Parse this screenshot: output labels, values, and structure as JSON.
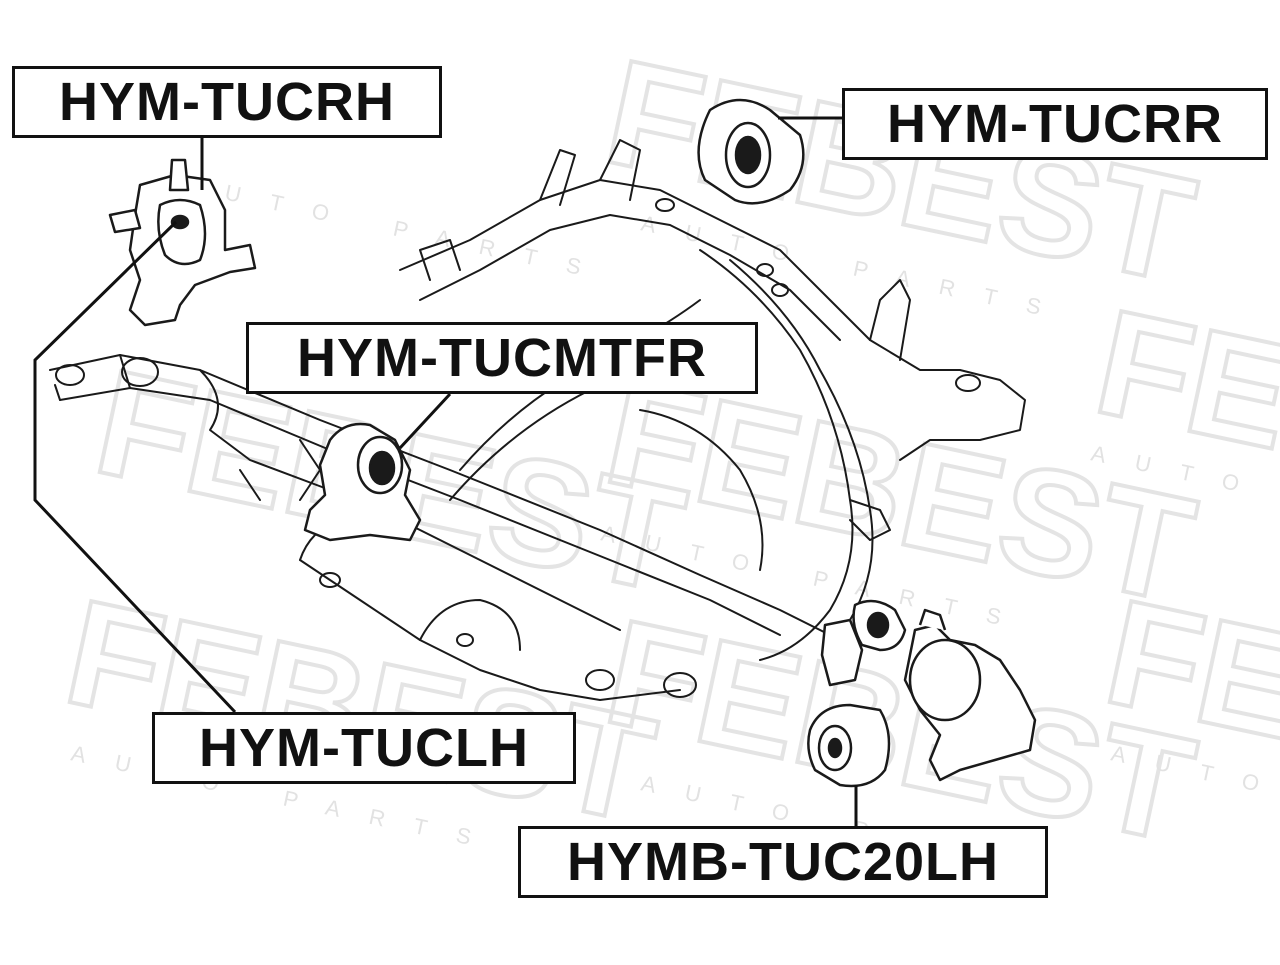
{
  "watermark": {
    "brand": "FEBEST",
    "tagline": "AUTO PARTS"
  },
  "callouts": [
    {
      "id": "tucrh",
      "part_number": "HYM-TUCRH"
    },
    {
      "id": "tucrr",
      "part_number": "HYM-TUCRR"
    },
    {
      "id": "tucmtfr",
      "part_number": "HYM-TUCMTFR"
    },
    {
      "id": "tuclh",
      "part_number": "HYM-TUCLH"
    },
    {
      "id": "tuc20lh",
      "part_number": "HYMB-TUC20LH"
    }
  ],
  "colors": {
    "line": "#1a1a1a",
    "watermark": "#e6e6e6",
    "background": "#ffffff"
  }
}
